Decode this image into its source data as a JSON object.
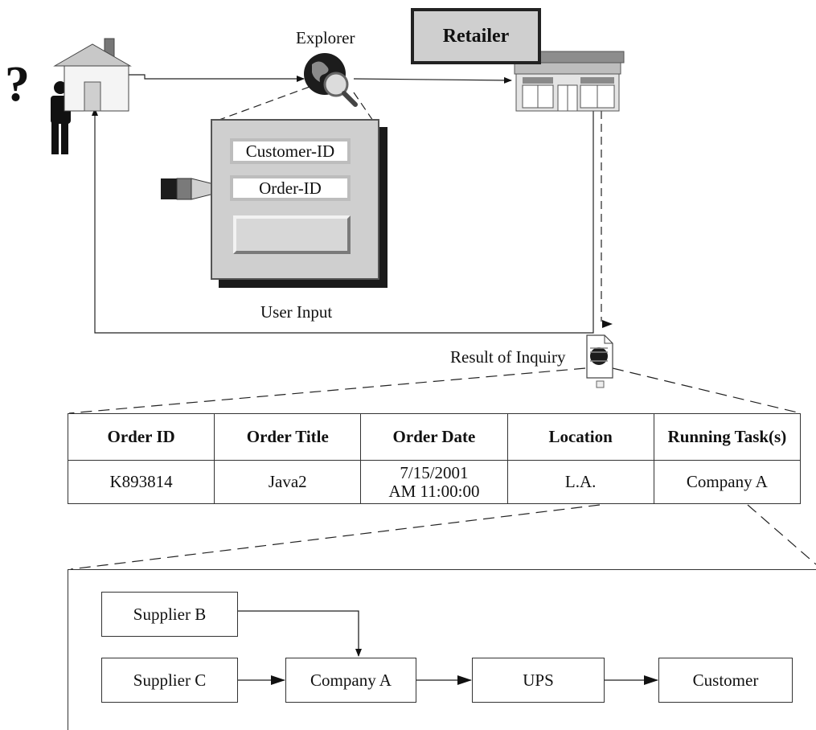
{
  "labels": {
    "explorer": "Explorer",
    "retailer": "Retailer",
    "user_input": "User Input",
    "result_of_inquiry": "Result of Inquiry",
    "question_mark": "?"
  },
  "form": {
    "customer_id": "Customer-ID",
    "order_id": "Order-ID"
  },
  "table": {
    "headers": [
      "Order ID",
      "Order Title",
      "Order Date",
      "Location",
      "Running Task(s)"
    ],
    "row": {
      "order_id": "K893814",
      "order_title": "Java2",
      "order_date_line1": "7/15/2001",
      "order_date_line2": "AM 11:00:00",
      "location": "L.A.",
      "running_task": "Company A"
    }
  },
  "flow": {
    "supplier_b": "Supplier B",
    "supplier_c": "Supplier C",
    "company_a": "Company A",
    "ups": "UPS",
    "customer": "Customer"
  },
  "doc_badge": "+"
}
